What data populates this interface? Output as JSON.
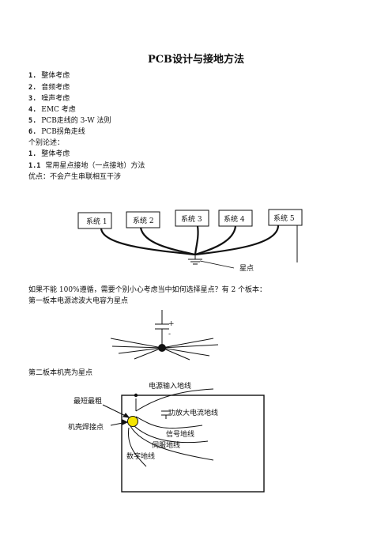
{
  "title": "PCB设计与接地方法",
  "toc": [
    {
      "num": "1.",
      "text": "整体考虑"
    },
    {
      "num": "2.",
      "text": "音频考虑"
    },
    {
      "num": "3.",
      "text": "噪声考虑"
    },
    {
      "num": "4.",
      "text": "EMC 考虑"
    },
    {
      "num": "5.",
      "text": "PCB走线的 3-W 法则"
    },
    {
      "num": "6.",
      "text": "PCB拐角走线"
    }
  ],
  "section_heading": "个别论述：",
  "sub_heading": {
    "num": "1.",
    "text": "整体考虑"
  },
  "sub_sub_heading": {
    "num": "1.1",
    "text": "常用星点接地（一点接地）方法"
  },
  "advantage": "优点：不会产生串联相互干涉",
  "diagram1": {
    "systems": [
      "系统 1",
      "系统 2",
      "系统 3",
      "系统 4",
      "系统 5"
    ],
    "star_label": "星点"
  },
  "para1": "如果不能 100%遵循，需要个别小心考虑当中如何选择星点？有 2 个板本：",
  "para2": "第一板本电源滤波大电容为星点",
  "diagram2": {
    "plus": "+",
    "minus": "-"
  },
  "para3": "第二板本机壳为星点",
  "diagram3": {
    "shortest": "最短最粗",
    "chassis": "机壳焊接点",
    "power_in": "电源输入地线",
    "amp_gnd": "功放大电流地线",
    "signal_gnd": "信号地线",
    "servo_gnd": "伺服地线",
    "digital_gnd": "数字地线"
  }
}
